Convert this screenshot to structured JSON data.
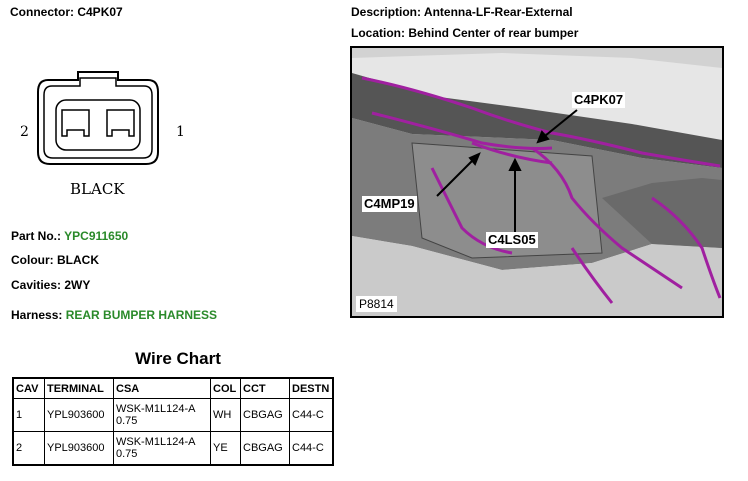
{
  "connector": {
    "label": "Connector:",
    "value": "C4PK07"
  },
  "description": {
    "label": "Description:",
    "value": "Antenna-LF-Rear-External"
  },
  "location": {
    "label": "Location:",
    "value": "Behind Center of rear bumper"
  },
  "drawing": {
    "pin_left": "2",
    "pin_right": "1",
    "color_text": "BLACK"
  },
  "part_no": {
    "label": "Part No.:",
    "value": "YPC911650"
  },
  "colour": {
    "label": "Colour:",
    "value": "BLACK"
  },
  "cavities": {
    "label": "Cavities:",
    "value": "2WY"
  },
  "harness": {
    "label": "Harness:",
    "value": "REAR BUMPER HARNESS"
  },
  "photo": {
    "callouts": [
      "C4PK07",
      "C4MP19",
      "C4LS05"
    ],
    "ref": "P8814"
  },
  "wire_chart": {
    "title": "Wire Chart",
    "headers": [
      "CAV",
      "TERMINAL",
      "CSA",
      "COL",
      "CCT",
      "DESTN"
    ],
    "rows": [
      {
        "cav": "1",
        "terminal": "YPL903600",
        "csa_line1": "WSK-M1L124-A",
        "csa_line2": "0.75",
        "col": "WH",
        "cct": "CBGAG",
        "destn": "C44-C"
      },
      {
        "cav": "2",
        "terminal": "YPL903600",
        "csa_line1": "WSK-M1L124-A",
        "csa_line2": "0.75",
        "col": "YE",
        "cct": "CBGAG",
        "destn": "C44-C"
      }
    ]
  },
  "colors": {
    "green_value": "#2a8a2a",
    "harness_wire": "#a020a0"
  }
}
